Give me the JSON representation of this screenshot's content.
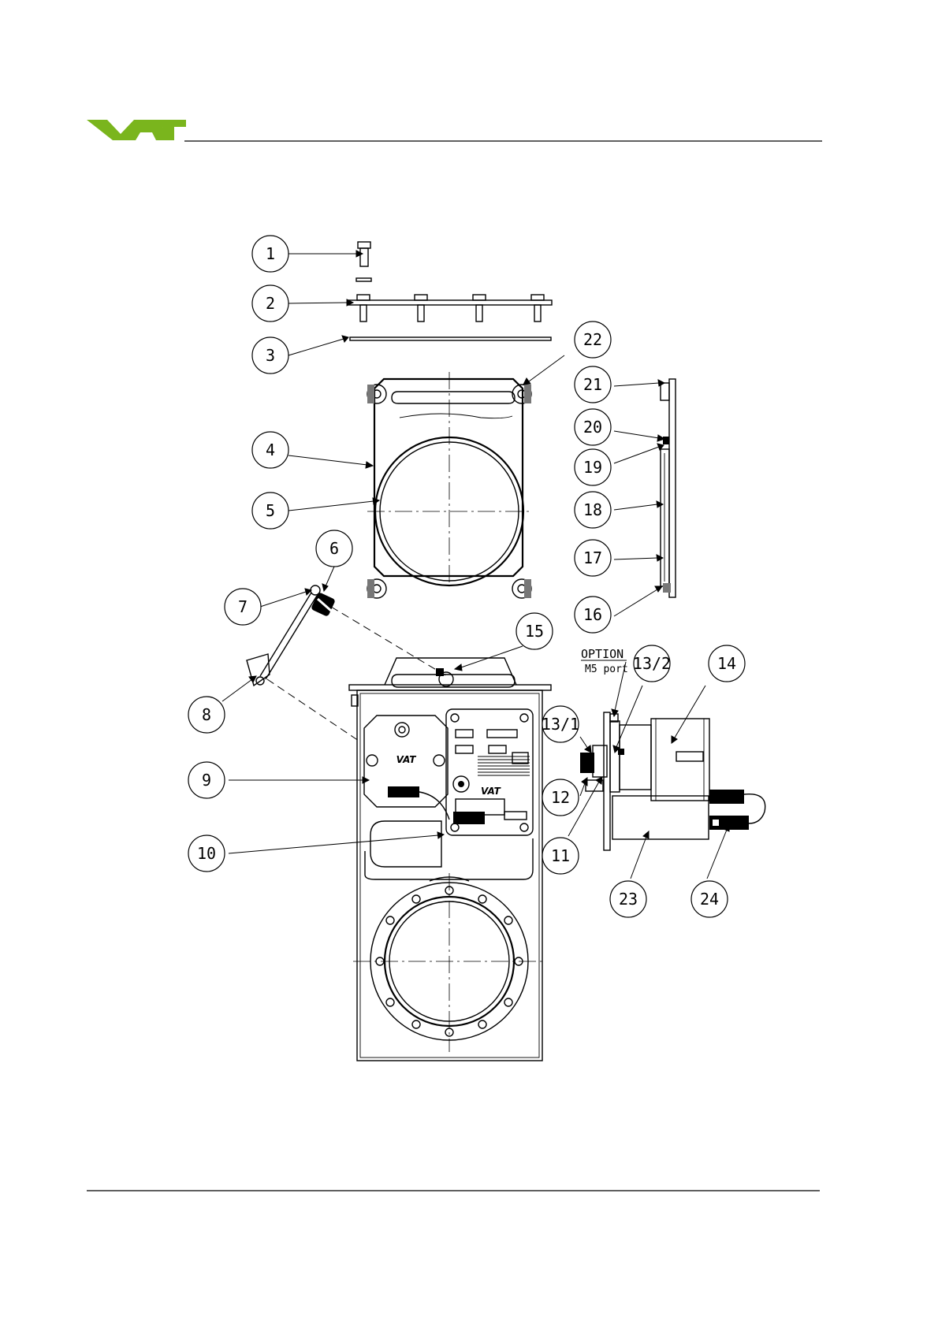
{
  "header": {
    "logo": "VAT",
    "brand_color": "#7ab51d"
  },
  "diagram": {
    "option_label": "OPTION",
    "option_sublabel": "M5 port",
    "panel_logo_large": "VAT",
    "panel_logo_small": "VAT",
    "callouts": [
      "1",
      "2",
      "3",
      "4",
      "5",
      "6",
      "7",
      "8",
      "9",
      "10",
      "11",
      "12",
      "13/1",
      "13/2",
      "14",
      "15",
      "16",
      "17",
      "18",
      "19",
      "20",
      "21",
      "22",
      "23",
      "24"
    ]
  }
}
